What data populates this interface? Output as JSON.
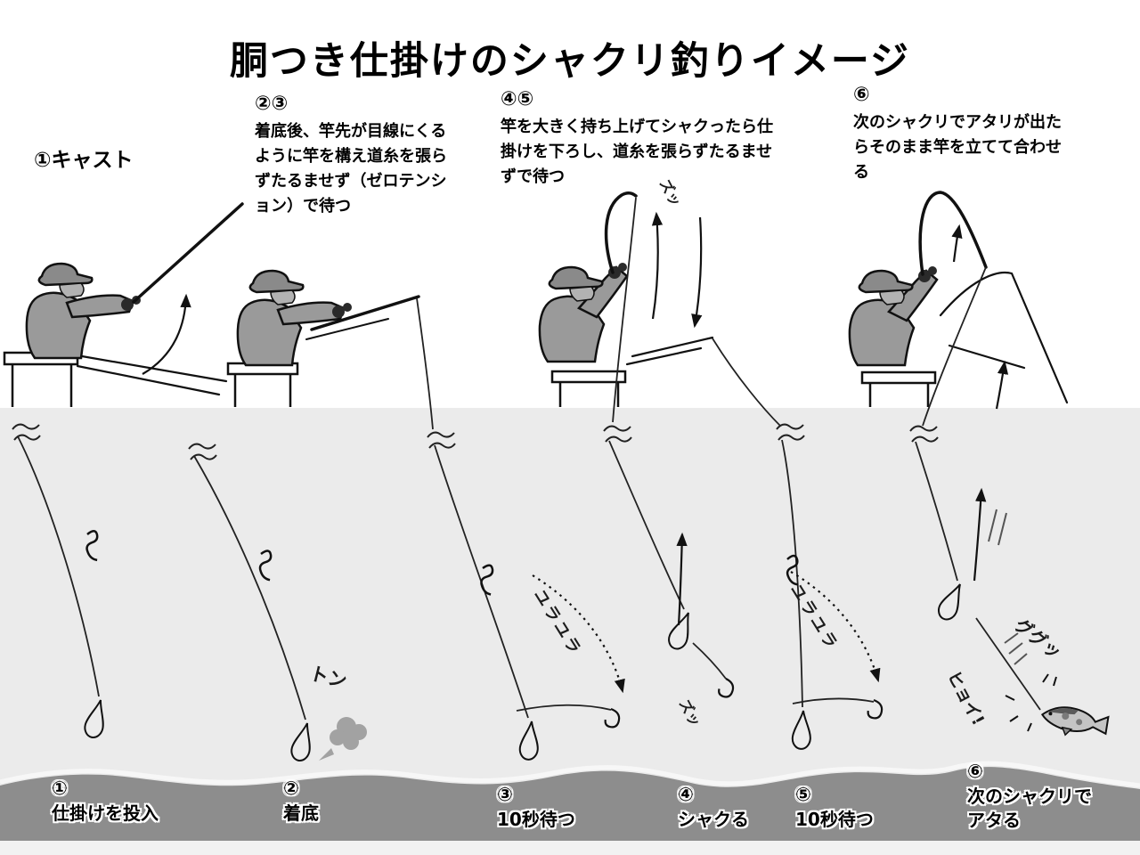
{
  "title": "胴つき仕掛けのシャクリ釣りイメージ",
  "colors": {
    "background": "#ffffff",
    "water": "#ebebeb",
    "seabed": "#8d8d8d",
    "figure": "#9a9a9a",
    "ink": "#111111"
  },
  "steps_top": {
    "step1": {
      "label": "①キャスト"
    },
    "step23": {
      "num": "②③",
      "text": "着底後、竿先が目線にくるように竿を構え道糸を張らずたるませず（ゼロテンション）で待つ"
    },
    "step45": {
      "num": "④⑤",
      "text": "竿を大きく持ち上げてシャクったら仕掛けを下ろし、道糸を張らずたるませずで待つ"
    },
    "step6": {
      "num": "⑥",
      "text": "次のシャクリでアタリが出たらそのまま竿を立てて合わせる"
    }
  },
  "steps_bottom": [
    {
      "num": "①",
      "label": "仕掛けを投入"
    },
    {
      "num": "②",
      "label": "着底"
    },
    {
      "num": "③",
      "label": "10秒待つ"
    },
    {
      "num": "④",
      "label": "シャクる"
    },
    {
      "num": "⑤",
      "label": "10秒待つ"
    },
    {
      "num": "⑥",
      "label": "次のシャクリで\nアタる"
    }
  ],
  "sound_effects": {
    "ton": "トン",
    "yura1": "ユラユラ",
    "yura2": "ユラユラ",
    "zu1": "ズッ",
    "zu2": "ズッ",
    "gugu": "ググッ",
    "hyoi": "ヒョイ!"
  }
}
